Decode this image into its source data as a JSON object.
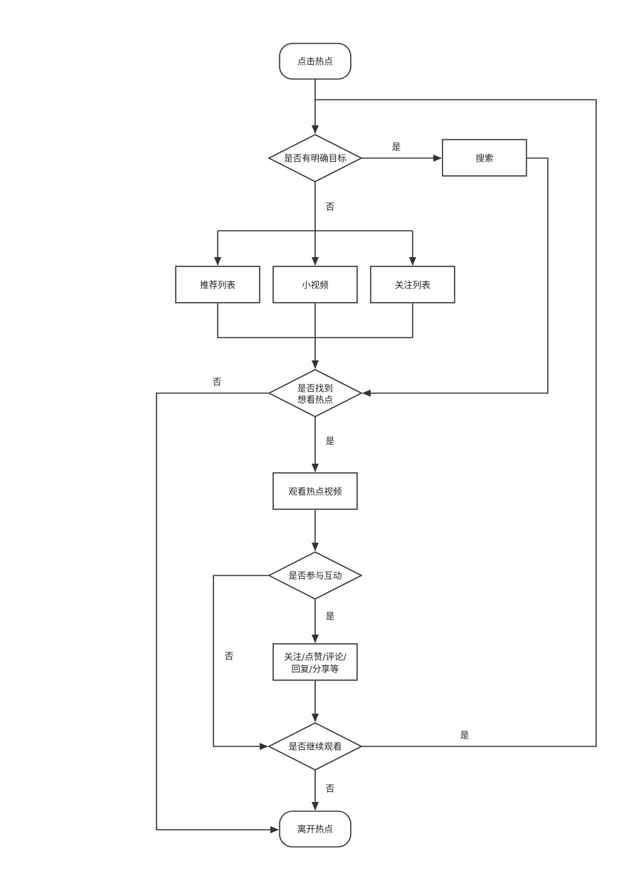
{
  "colors": {
    "stroke": "#333333",
    "fill": "#ffffff",
    "text": "#222222",
    "background": "#ffffff"
  },
  "nodes": {
    "start": "点击热点",
    "has_target": "是否有明确目标",
    "search": "搜索",
    "recommend_list": "推荐列表",
    "short_video": "小视频",
    "follow_list": "关注列表",
    "found_hotspot": [
      "是否找到",
      "想看热点"
    ],
    "watch_video": "观看热点视频",
    "participate": "是否参与互动",
    "interaction": [
      "关注/点赞/评论/",
      "回复/分享等"
    ],
    "continue_watch": "是否继续观看",
    "end": "离开热点"
  },
  "edge_labels": {
    "target_yes": "是",
    "target_no": "否",
    "found_no": "否",
    "found_yes": "是",
    "participate_yes": "是",
    "participate_no": "否",
    "continue_yes": "是",
    "continue_no": "否"
  }
}
